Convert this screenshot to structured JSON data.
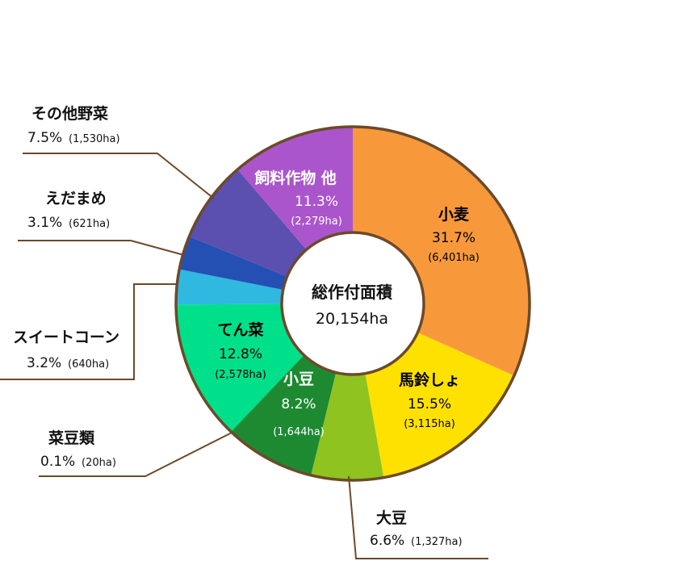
{
  "chart_data": {
    "type": "pie",
    "center": {
      "title": "総作付面積",
      "total": "20,154ha"
    },
    "colors": {
      "border": "#6b4a2a",
      "leader": "#6b4a2a"
    },
    "slices": [
      {
        "name": "小麦",
        "percent": 31.7,
        "pct_label": "31.7%",
        "area_label": "(6,401ha)",
        "color": "#f7993a",
        "label_color": "#111111"
      },
      {
        "name": "馬鈴しょ",
        "percent": 15.5,
        "pct_label": "15.5%",
        "area_label": "(3,115ha)",
        "color": "#ffe100",
        "label_color": "#111111"
      },
      {
        "name": "大豆",
        "percent": 6.6,
        "pct_label": "6.6%",
        "area_label": "(1,327ha)",
        "color": "#8fc31f",
        "label_color": "#111111"
      },
      {
        "name": "小豆",
        "percent": 8.2,
        "pct_label": "8.2%",
        "area_label": "(1,644ha)",
        "color": "#1d8a32",
        "label_color": "#ffffff"
      },
      {
        "name": "菜豆類",
        "percent": 0.1,
        "pct_label": "0.1%",
        "area_label": "(20ha)",
        "color": "#1d8a32",
        "label_color": "#111111"
      },
      {
        "name": "てん菜",
        "percent": 12.8,
        "pct_label": "12.8%",
        "area_label": "(2,578ha)",
        "color": "#00e08a",
        "label_color": "#111111"
      },
      {
        "name": "スイートコーン",
        "percent": 3.2,
        "pct_label": "3.2%",
        "area_label": "(640ha)",
        "color": "#2fb9e0",
        "label_color": "#111111"
      },
      {
        "name": "えだまめ",
        "percent": 3.1,
        "pct_label": "3.1%",
        "area_label": "(621ha)",
        "color": "#2450b4",
        "label_color": "#111111"
      },
      {
        "name": "その他野菜",
        "percent": 7.5,
        "pct_label": "7.5%",
        "area_label": "(1,530ha)",
        "color": "#5b4fb0",
        "label_color": "#111111"
      },
      {
        "name": "飼料作物 他",
        "percent": 11.3,
        "pct_label": "11.3%",
        "area_label": "(2,279ha)",
        "color": "#aa55cc",
        "label_color": "#ffffff"
      }
    ]
  }
}
